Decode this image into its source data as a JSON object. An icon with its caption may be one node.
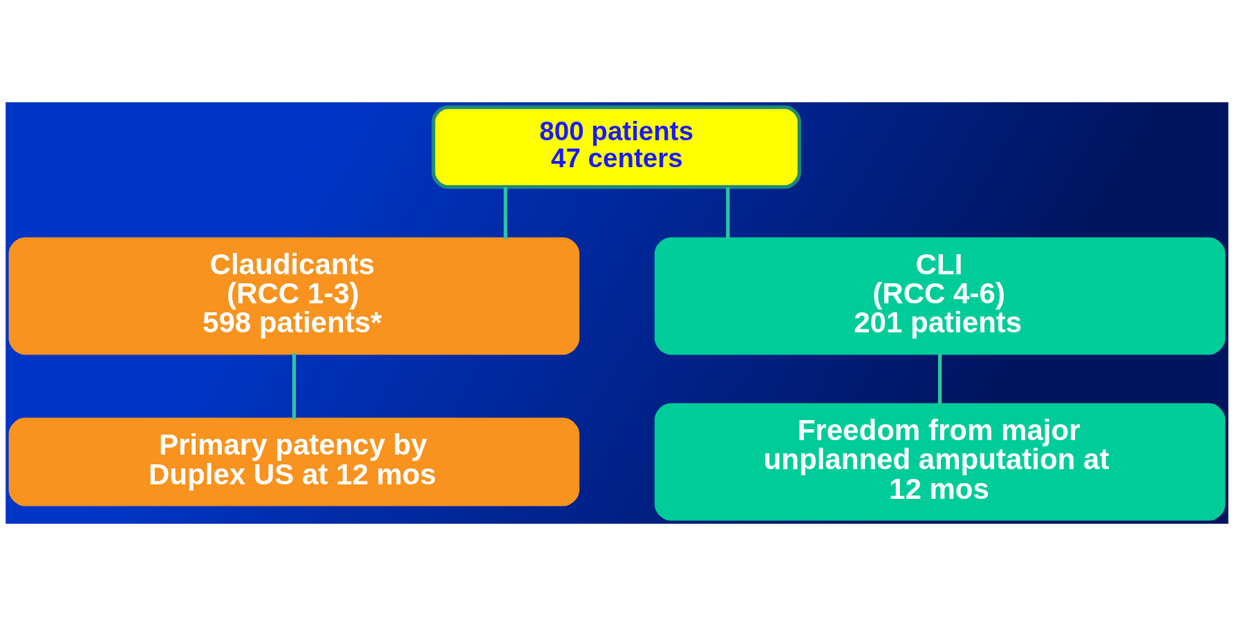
{
  "diagram": {
    "nodes": [
      {
        "text": [
          "800 patients",
          "47 centers"
        ]
      },
      {
        "text": [
          "Claudicants",
          "(RCC 1-3)",
          "598 patients*"
        ]
      },
      {
        "text": [
          "CLI",
          "(RCC 4-6)",
          "201 patients"
        ]
      },
      {
        "text": [
          "Primary patency by Duplex US at 12 mos"
        ]
      },
      {
        "text": [
          "Freedom from major unplanned amputation at 12 mos"
        ]
      }
    ],
    "edges": [
      {
        "from": 0,
        "to": 1,
        "arrow": "none",
        "color": "#2ec4a0"
      },
      {
        "from": 0,
        "to": 2,
        "arrow": "none",
        "color": "#2ec4a0"
      },
      {
        "from": 1,
        "to": 3,
        "arrow": "none",
        "color": "#2ec4a0"
      },
      {
        "from": 2,
        "to": 4,
        "arrow": "none",
        "color": "#2ec4a0"
      }
    ]
  }
}
